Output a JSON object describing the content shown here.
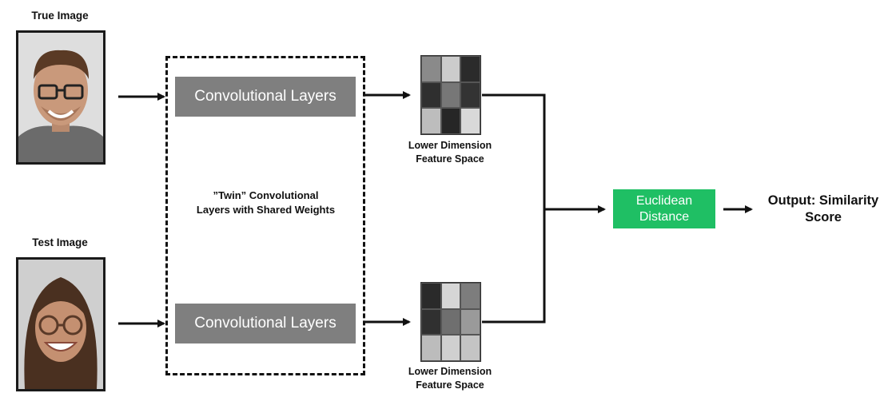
{
  "inputs": {
    "true_image_label": "True Image",
    "test_image_label": "Test Image"
  },
  "network": {
    "conv_top_label": "Convolutional Layers",
    "conv_bottom_label": "Convolutional Layers",
    "twin_caption": "”Twin” Convolutional Layers with Shared Weights"
  },
  "features": {
    "top_caption": "Lower Dimension Feature Space",
    "bottom_caption": "Lower Dimension Feature Space",
    "top_grid": [
      "#8a8a8a",
      "#cccccc",
      "#2b2b2b",
      "#2f2f2f",
      "#777777",
      "#333333",
      "#bdbdbd",
      "#262626",
      "#d9d9d9"
    ],
    "bottom_grid": [
      "#2a2a2a",
      "#d6d6d6",
      "#7d7d7d",
      "#303030",
      "#6f6f6f",
      "#9a9a9a",
      "#bcbcbc",
      "#d0d0d0",
      "#c4c4c4"
    ]
  },
  "distance": {
    "label": "Euclidean Distance",
    "color": "#1fbf64"
  },
  "output": {
    "label": "Output: Similarity Score"
  },
  "colors": {
    "conv_fill": "#7f7f7f",
    "arrow": "#111111"
  }
}
